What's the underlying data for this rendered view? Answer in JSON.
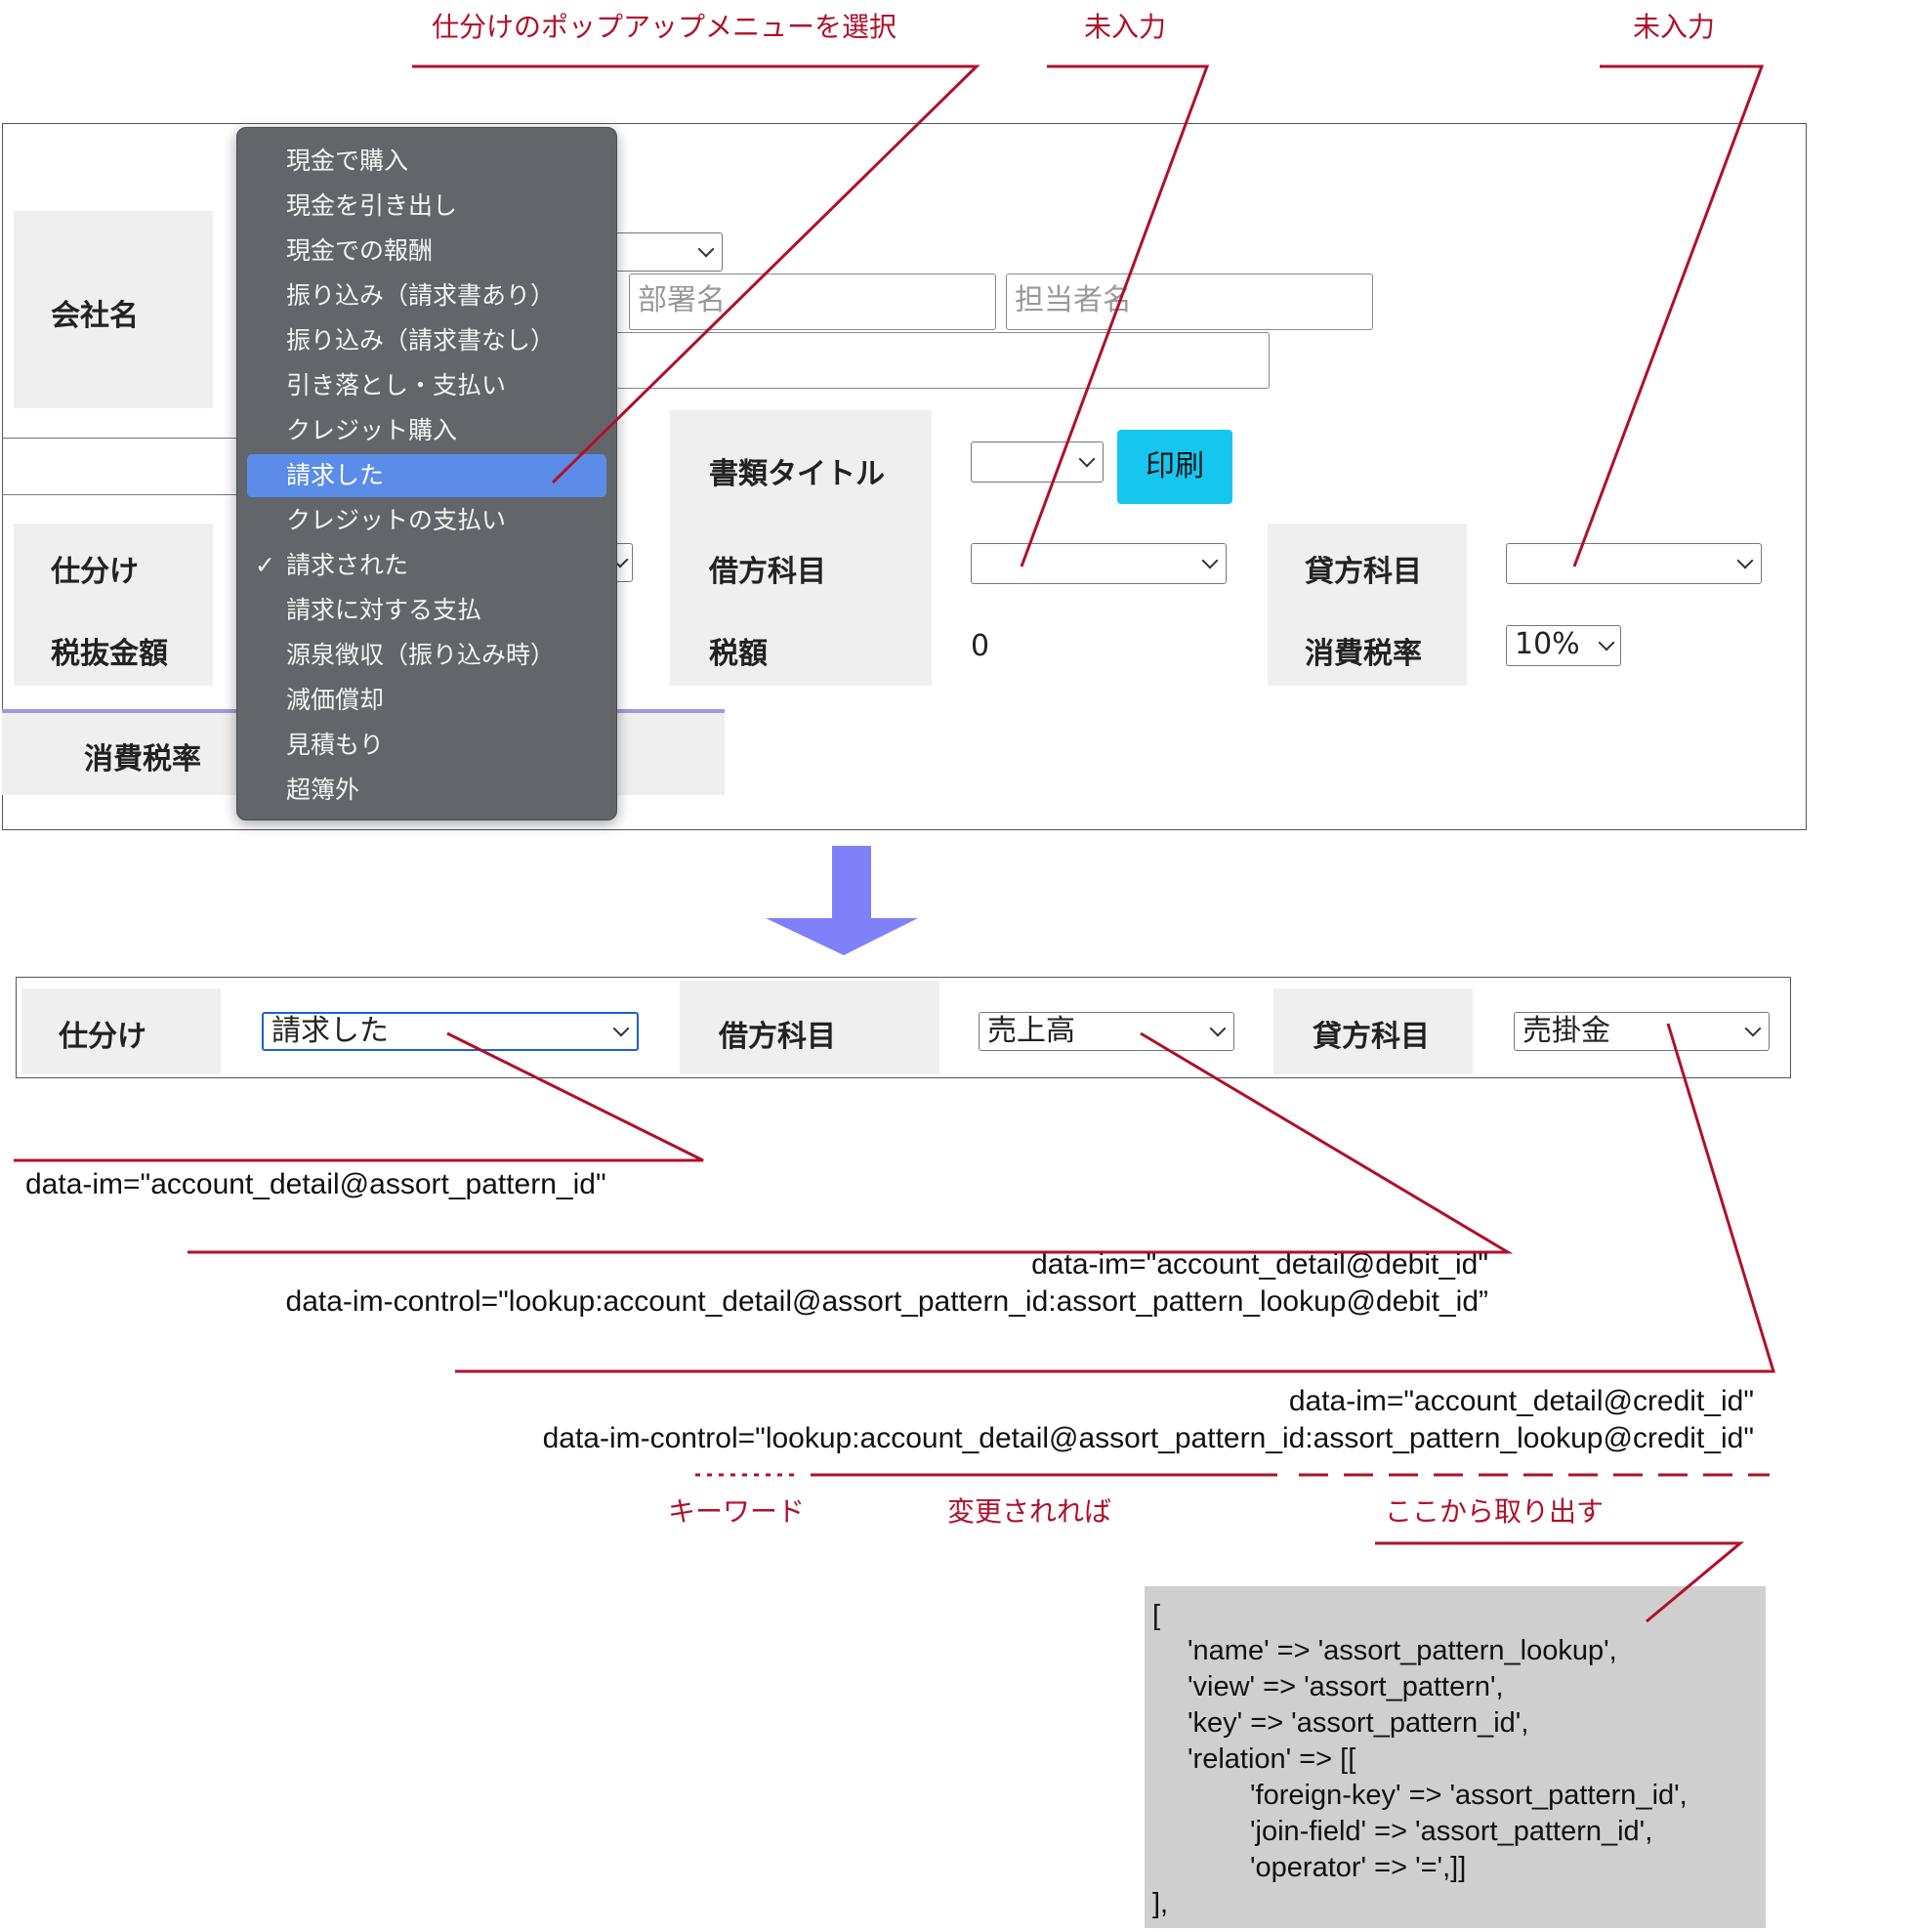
{
  "annotations": {
    "select_popup": "仕分けのポップアップメニューを選択",
    "not_entered_1": "未入力",
    "not_entered_2": "未入力",
    "keyword": "キーワード",
    "if_changed": "変更されれば",
    "extract_from_here": "ここから取り出す"
  },
  "form_before": {
    "company_label": "会社名",
    "dept_placeholder": "部署名",
    "person_placeholder": "担当者名",
    "doc_title_label": "書類タイトル",
    "print_button": "印刷",
    "assort_label": "仕分け",
    "debit_label": "借方科目",
    "credit_label": "貸方科目",
    "pretax_label": "税抜金額",
    "tax_label": "税額",
    "tax_value": "0",
    "tax_rate_label": "消費税率",
    "tax_rate_value": "10%",
    "tax_rate_label_2": "消費税率"
  },
  "popup_menu": {
    "items": [
      "現金で購入",
      "現金を引き出し",
      "現金での報酬",
      "振り込み（請求書あり）",
      "振り込み（請求書なし）",
      "引き落とし・支払い",
      "クレジット購入",
      "請求した",
      "クレジットの支払い",
      "請求された",
      "請求に対する支払",
      "源泉徴収（振り込み時）",
      "減価償却",
      "見積もり",
      "超簿外"
    ],
    "highlighted": "請求した",
    "checked": "請求された",
    "check_mark": "✓"
  },
  "form_after": {
    "assort_label": "仕分け",
    "assort_value": "請求した",
    "debit_label": "借方科目",
    "debit_value": "売上高",
    "credit_label": "貸方科目",
    "credit_value": "売掛金"
  },
  "attributes": {
    "assort_im": "data-im=\"account_detail@assort_pattern_id\"",
    "debit_im": "data-im=\"account_detail@debit_id\"",
    "debit_control": "data-im-control=\"lookup:account_detail@assort_pattern_id:assort_pattern_lookup@debit_id”",
    "credit_im": "data-im=\"account_detail@credit_id\"",
    "credit_control": "data-im-control=\"lookup:account_detail@assort_pattern_id:assort_pattern_lookup@credit_id\""
  },
  "code_block": {
    "lines": [
      "[",
      "'name' => 'assort_pattern_lookup',",
      "'view' => 'assort_pattern',",
      "'key' => 'assort_pattern_id',",
      "'relation' => [[",
      "'foreign-key' => 'assort_pattern_id',",
      "'join-field' => 'assort_pattern_id',",
      "'operator' => '=',]]",
      "],"
    ]
  },
  "colors": {
    "annotation_red": "#b0102a",
    "arrow_blue": "#8080f8",
    "highlight_blue": "#5a8ce8",
    "print_button": "#16c6ee",
    "menu_bg": "#62666a"
  }
}
